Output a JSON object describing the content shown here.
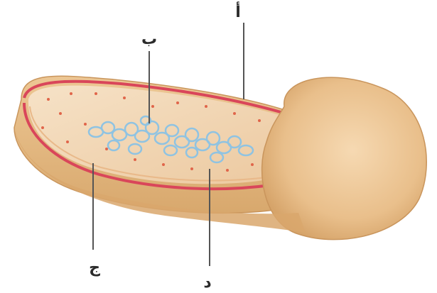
{
  "labels": {
    "a": "أ",
    "b": "ب",
    "c": "ج",
    "d": "د"
  },
  "colors": {
    "cell_outer": "#e8c08d",
    "cell_outer_dark": "#d7a56b",
    "cell_interior": "#f2d7b5",
    "membrane_line": "#d9465a",
    "nucleoid": "#8fc3e2",
    "ribosome_dots": "#e0654a",
    "leader_line": "#555555"
  },
  "icons": {
    "structure": "bacterial-cell-cross-section"
  }
}
